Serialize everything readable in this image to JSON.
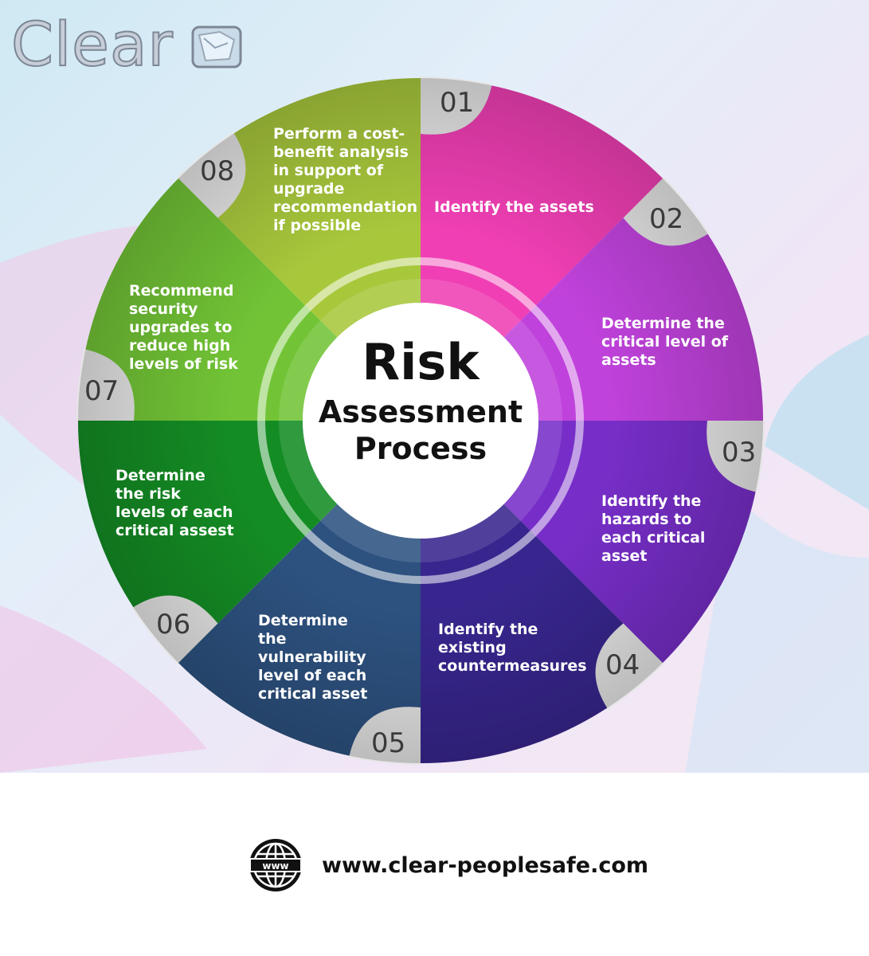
{
  "brand": {
    "name": "Clear"
  },
  "center": {
    "line1": "Risk",
    "line2": "Assessment",
    "line3": "Process"
  },
  "steps": [
    {
      "number": "01",
      "text": "Identify the assets",
      "color": "#f03fb4"
    },
    {
      "number": "02",
      "text": "Determine the critical level of assets",
      "color": "#c042dc"
    },
    {
      "number": "03",
      "text": "Identify the hazards to each critical asset",
      "color": "#772ec8"
    },
    {
      "number": "04",
      "text": "Identify the existing countermeasures",
      "color": "#38268e"
    },
    {
      "number": "05",
      "text": "Determine the vulnerability level of each critical asset",
      "color": "#2d5280"
    },
    {
      "number": "06",
      "text": "Determine the risk levels of each critical assest",
      "color": "#148c24"
    },
    {
      "number": "07",
      "text": "Recommend security upgrades to reduce high levels of risk",
      "color": "#72c436"
    },
    {
      "number": "08",
      "text": "Perform a cost-benefit analysis in support of upgrade recommendation if possible",
      "color": "#a8c83c"
    }
  ],
  "footer": {
    "url": "www.clear-peoplesafe.com",
    "icon": "globe-www-icon"
  }
}
